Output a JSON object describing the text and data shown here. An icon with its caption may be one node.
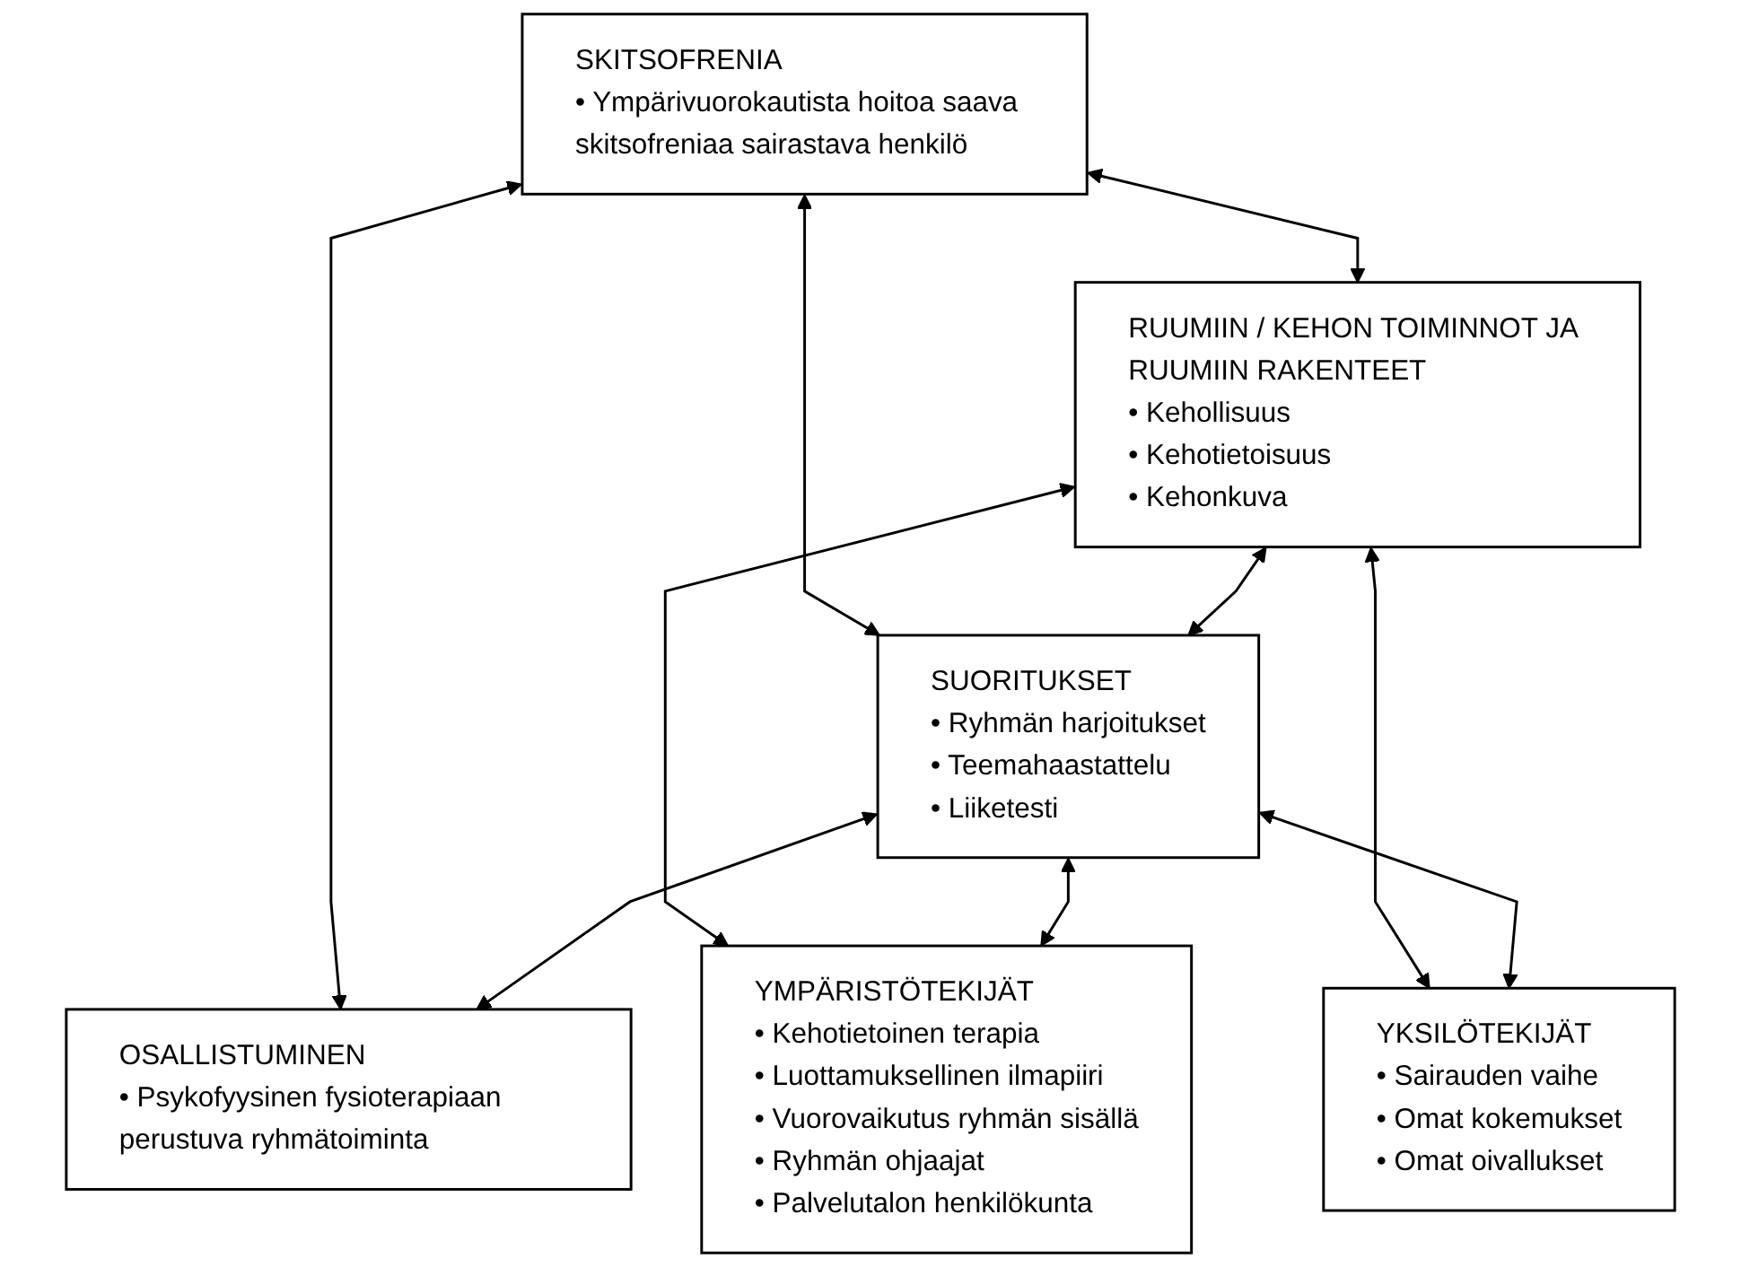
{
  "diagram": {
    "nodes": [
      {
        "text": [
          "SKITSOFRENIA",
          "• Ympärivuorokautista hoitoa saava skitsofreniaa sairastava henkilö"
        ]
      },
      {
        "text": [
          "RUUMIIN / KEHON TOIMINNOT JA RUUMIIN RAKENTEET",
          "• Kehollisuus",
          "• Kehotietoisuus",
          "• Kehonkuva"
        ]
      },
      {
        "text": [
          "SUORITUKSET",
          "• Ryhmän harjoitukset",
          "• Teemahaastattelu",
          "• Liiketesti"
        ]
      },
      {
        "text": [
          "OSALLISTUMINEN",
          "• Psykofyysinen fysioterapiaan perustuva ryhmätoiminta"
        ]
      },
      {
        "text": [
          "YMPÄRISTÖTEKIJÄT",
          "• Kehotietoinen terapia",
          "• Luottamuksellinen ilmapiiri",
          "• Vuorovaikutus ryhmän sisällä",
          "• Ryhmän ohjaajat",
          "• Palvelutalon henkilökunta"
        ]
      },
      {
        "text": [
          "YKSILÖTEKIJÄT",
          "• Sairauden vaihe",
          "• Omat kokemukset",
          "• Omat oivallukset"
        ]
      }
    ],
    "edges": [
      {
        "from": 0,
        "to": 1,
        "arrow": "both"
      },
      {
        "from": 0,
        "to": 2,
        "arrow": "both"
      },
      {
        "from": 0,
        "to": 3,
        "arrow": "both"
      },
      {
        "from": 1,
        "to": 2,
        "arrow": "both"
      },
      {
        "from": 2,
        "to": 3,
        "arrow": "both"
      },
      {
        "from": 1,
        "to": 4,
        "arrow": "both"
      },
      {
        "from": 1,
        "to": 5,
        "arrow": "both"
      },
      {
        "from": 2,
        "to": 4,
        "arrow": "both"
      },
      {
        "from": 2,
        "to": 5,
        "arrow": "both"
      }
    ]
  }
}
